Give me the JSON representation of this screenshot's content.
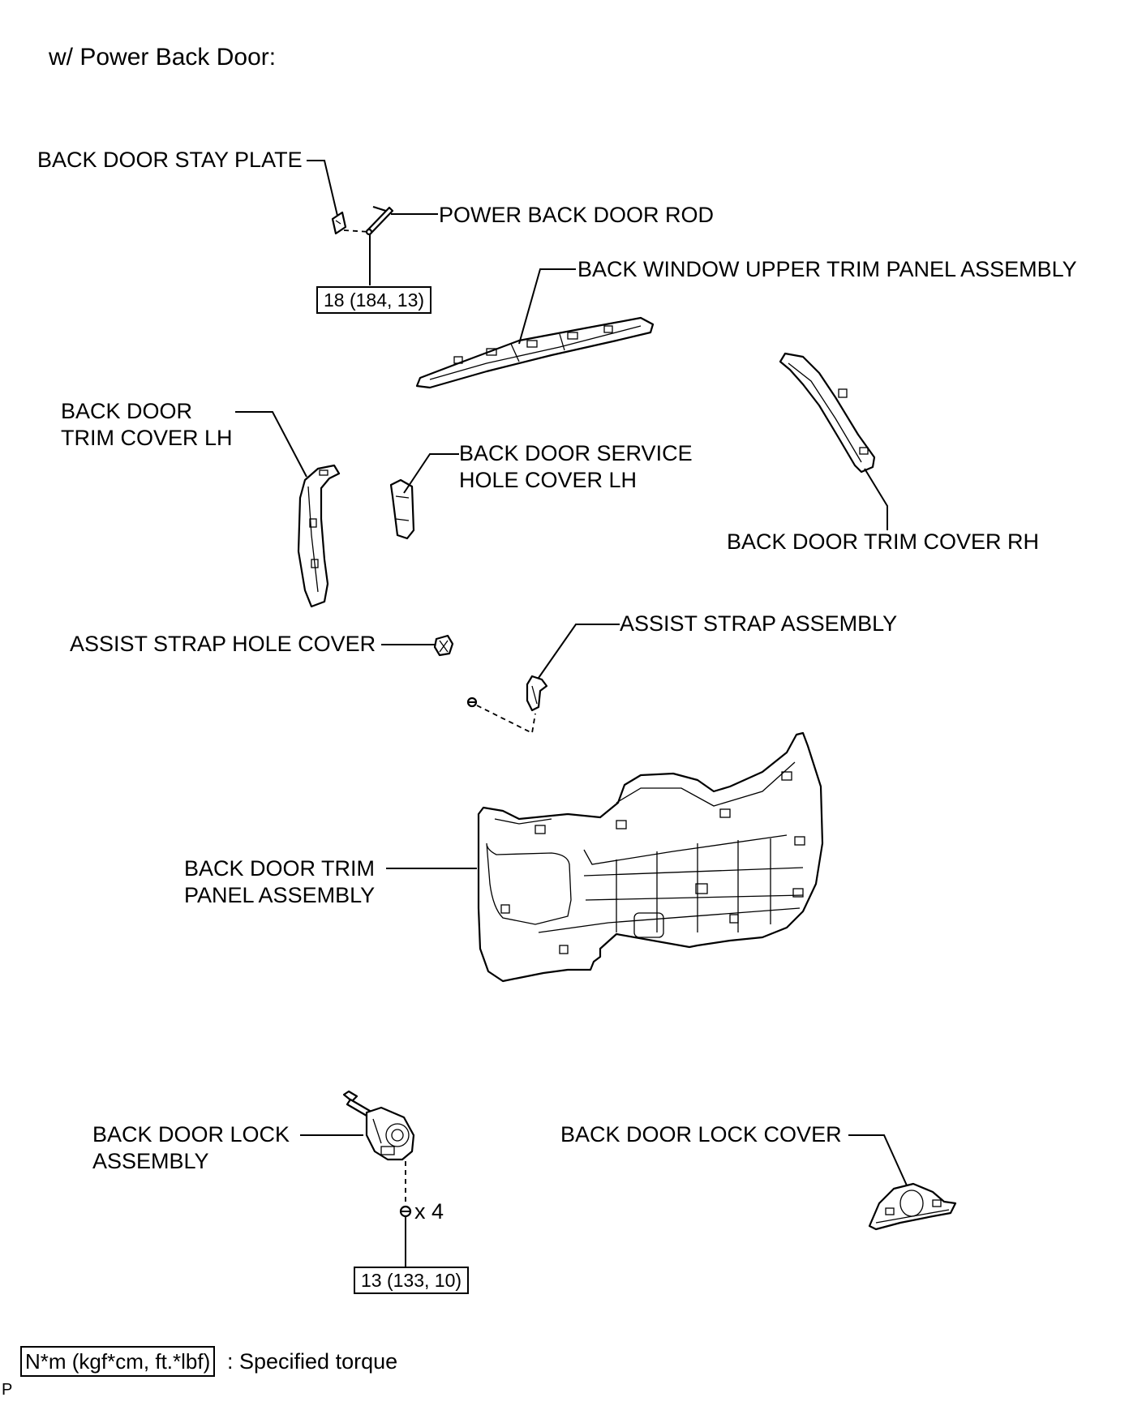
{
  "header": "w/ Power Back Door:",
  "labels": {
    "stay_plate": "BACK DOOR STAY PLATE",
    "rod": "POWER BACK DOOR ROD",
    "upper_trim": "BACK WINDOW UPPER TRIM PANEL ASSEMBLY",
    "trim_cover_lh_line1": "BACK DOOR",
    "trim_cover_lh_line2": "TRIM COVER LH",
    "service_hole_line1": "BACK DOOR SERVICE",
    "service_hole_line2": "HOLE COVER LH",
    "trim_cover_rh": "BACK DOOR TRIM COVER RH",
    "strap_hole_cover": "ASSIST STRAP HOLE COVER",
    "strap_assembly": "ASSIST STRAP ASSEMBLY",
    "trim_panel_line1": "BACK DOOR TRIM",
    "trim_panel_line2": "PANEL ASSEMBLY",
    "lock_assembly_line1": "BACK DOOR LOCK",
    "lock_assembly_line2": "ASSEMBLY",
    "lock_cover": "BACK DOOR LOCK COVER",
    "quantity": "x 4"
  },
  "torque": {
    "rod": "18 (184, 13)",
    "lock": "13 (133, 10)"
  },
  "legend": {
    "unit": "N*m (kgf*cm, ft.*lbf)",
    "description": ": Specified torque"
  },
  "corner_mark": "P"
}
